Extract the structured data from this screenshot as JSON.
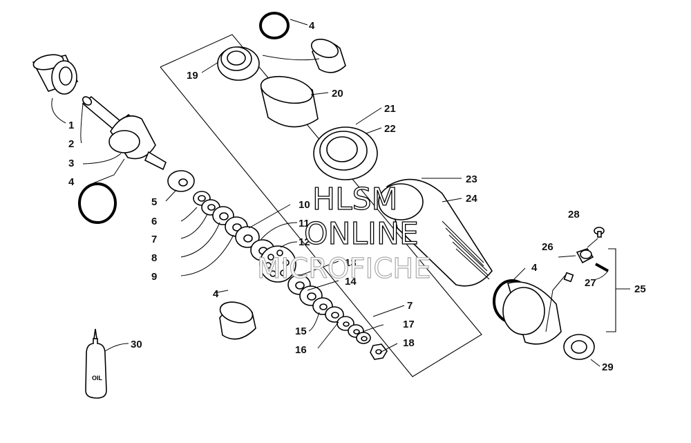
{
  "watermark": {
    "line1": "HLSM",
    "line2": "ONLINE",
    "line3": "MICROFICHE"
  },
  "bottle_label": "OIL",
  "callouts": {
    "p1": "1",
    "p2": "2",
    "p3": "3",
    "p4a": "4",
    "p4b": "4",
    "p4c": "4",
    "p4d": "4",
    "p5": "5",
    "p6": "6",
    "p7a": "7",
    "p7b": "7",
    "p8": "8",
    "p9": "9",
    "p10": "10",
    "p11": "11",
    "p12": "12",
    "p13": "13",
    "p14": "14",
    "p15": "15",
    "p16": "16",
    "p17": "17",
    "p18": "18",
    "p19": "19",
    "p20": "20",
    "p21": "21",
    "p22": "22",
    "p23": "23",
    "p24": "24",
    "p25": "25",
    "p26": "26",
    "p27": "27",
    "p28": "28",
    "p29": "29",
    "p30": "30"
  }
}
